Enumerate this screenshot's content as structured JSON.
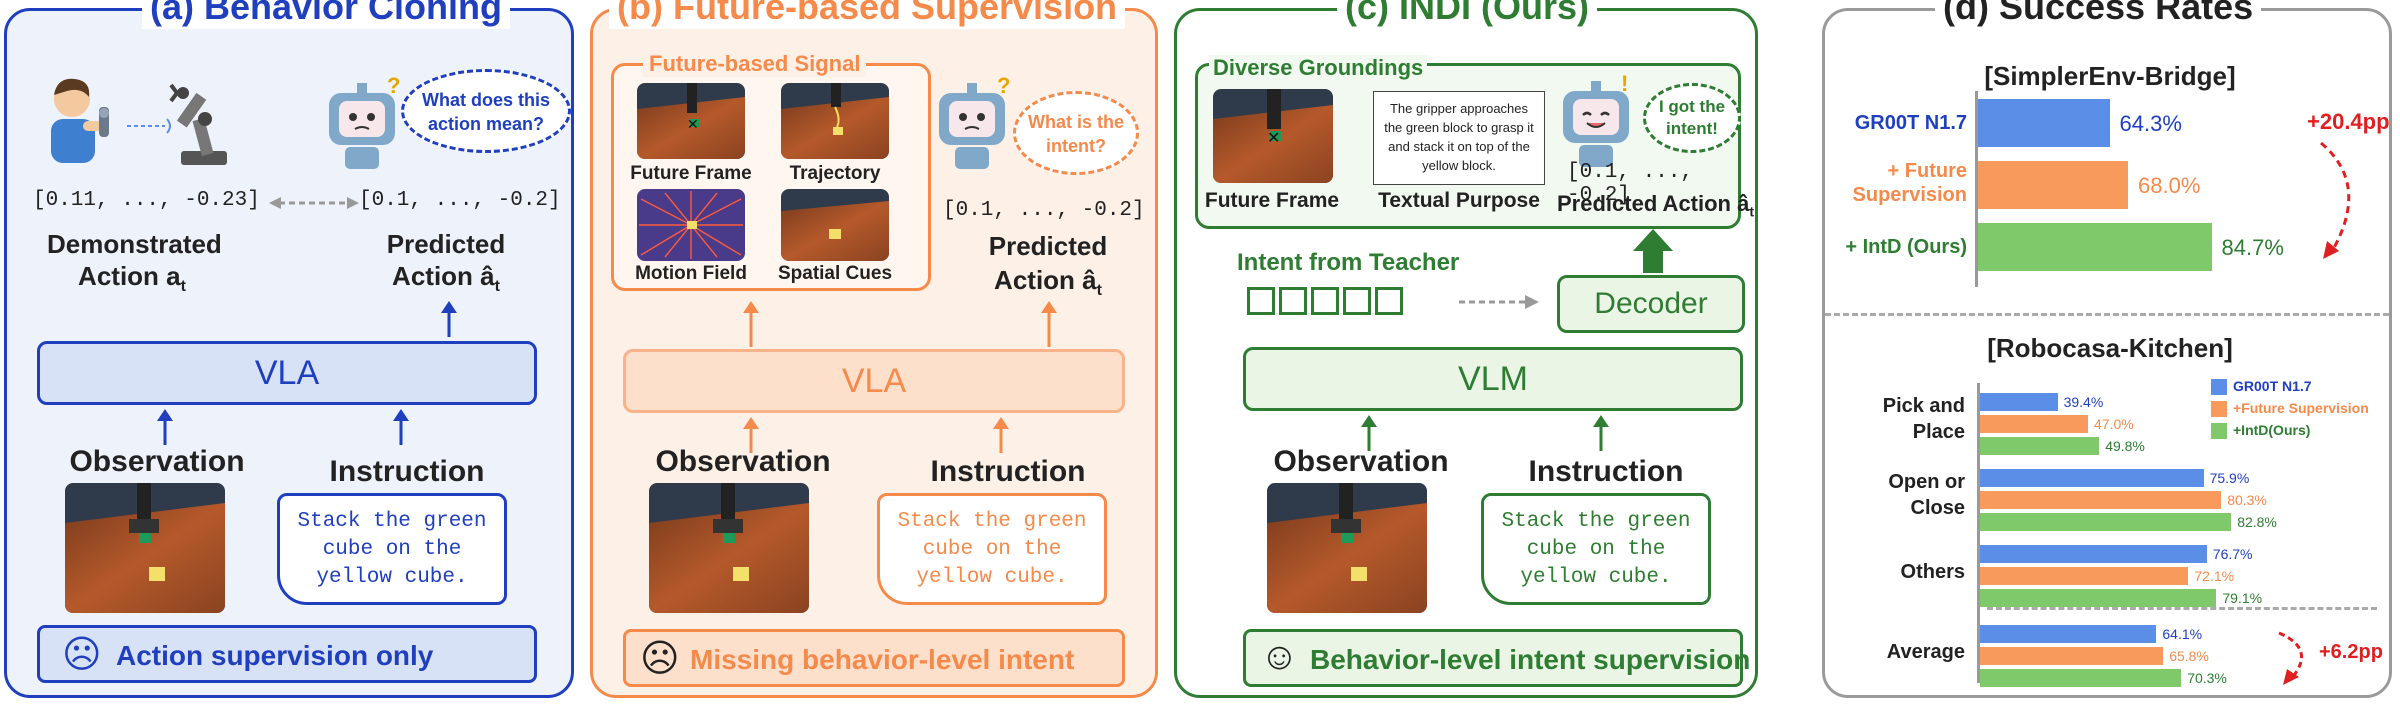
{
  "colors": {
    "blue": "#1f3fbf",
    "orange": "#f58a4b",
    "green": "#2e7d32",
    "gray": "#888888",
    "red": "#e02020",
    "bar_blue": "#5b8ee6",
    "bar_orange": "#f79a5b",
    "bar_green": "#7fc96a"
  },
  "panel_a": {
    "title": "(a) Behavior Cloning",
    "vector_demo": "[0.11, ..., -0.23]",
    "vector_pred": "[0.1, ..., -0.2]",
    "bubble": "What does this action mean?",
    "demo_label_1": "Demonstrated",
    "demo_label_2": "Action a",
    "demo_sub": "t",
    "pred_label_1": "Predicted",
    "pred_label_2": "Action â",
    "pred_sub": "t",
    "model": "VLA",
    "observation": "Observation",
    "instruction": "Instruction",
    "instruction_text": "Stack the green cube on the yellow cube.",
    "footer_face": "☹",
    "footer": "Action supervision only"
  },
  "panel_b": {
    "title": "(b) Future-based Supervision",
    "signal_title": "Future-based Signal",
    "signals": [
      "Future Frame",
      "Trajectory",
      "Motion Field",
      "Spatial Cues"
    ],
    "bubble": "What is the intent?",
    "vector_pred": "[0.1, ..., -0.2]",
    "pred_label_1": "Predicted",
    "pred_label_2": "Action â",
    "pred_sub": "t",
    "model": "VLA",
    "observation": "Observation",
    "instruction": "Instruction",
    "instruction_text": "Stack the green cube on the yellow cube.",
    "footer_face": "☹",
    "footer": "Missing behavior-level intent"
  },
  "panel_c": {
    "title": "(c) INDI (Ours)",
    "groundings_title": "Diverse Groundings",
    "future_frame": "Future Frame",
    "purpose_text": "The gripper approaches the green block to grasp it and stack it on top of the yellow block.",
    "textual_purpose": "Textual Purpose",
    "bubble": "I got the intent!",
    "vector_pred": "[0.1, ..., -0.2]",
    "pred_label": "Predicted Action â",
    "pred_sub": "t",
    "intent_label": "Intent from Teacher",
    "decoder": "Decoder",
    "model": "VLM",
    "observation": "Observation",
    "instruction": "Instruction",
    "instruction_text": "Stack the green cube on the yellow cube.",
    "footer_face": "☺",
    "footer": "Behavior-level intent supervision"
  },
  "panel_d": {
    "title": "(d) Success Rates",
    "top_title": "[SimplerEnv-Bridge]",
    "top_delta": "+20.4pp",
    "bottom_title": "[Robocasa-Kitchen]",
    "bottom_delta": "+6.2pp",
    "legend": [
      "GR00T N1.7",
      "+Future Supervision",
      "+IntD(Ours)"
    ]
  },
  "chart_data": [
    {
      "type": "bar",
      "title": "[SimplerEnv-Bridge]",
      "categories": [
        "GR00T N1.7",
        "+ Future Supervision",
        "+ IntD (Ours)"
      ],
      "values": [
        64.3,
        68.0,
        84.7
      ],
      "value_labels": [
        "64.3%",
        "68.0%",
        "84.7%"
      ],
      "annotation": "+20.4pp",
      "orientation": "horizontal"
    },
    {
      "type": "bar",
      "title": "[Robocasa-Kitchen]",
      "categories": [
        "Pick and Place",
        "Open or Close",
        "Others",
        "Average"
      ],
      "series": [
        {
          "name": "GR00T N1.7",
          "values": [
            39.4,
            75.9,
            76.7,
            64.1
          ],
          "labels": [
            "39.4%",
            "75.9%",
            "76.7%",
            "64.1%"
          ]
        },
        {
          "name": "+Future Supervision",
          "values": [
            47.0,
            80.3,
            72.1,
            65.8
          ],
          "labels": [
            "47.0%",
            "80.3%",
            "72.1%",
            "65.8%"
          ]
        },
        {
          "name": "+IntD(Ours)",
          "values": [
            49.8,
            82.8,
            79.1,
            70.3
          ],
          "labels": [
            "49.8%",
            "82.8%",
            "79.1%",
            "70.3%"
          ]
        }
      ],
      "annotation": "+6.2pp",
      "legend": "top-right",
      "orientation": "horizontal"
    }
  ]
}
